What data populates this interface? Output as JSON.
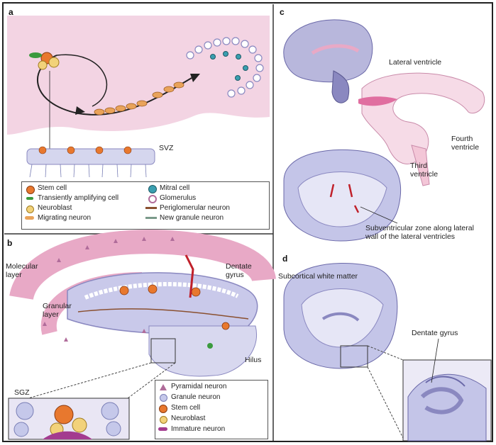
{
  "panels": {
    "a": {
      "letter": "a",
      "svz_label": "SVZ",
      "legend": [
        {
          "label": "Stem cell",
          "icon": "stem-cell-icon"
        },
        {
          "label": "Transiently amplifying cell",
          "icon": "transient-cell-icon"
        },
        {
          "label": "Neuroblast",
          "icon": "neuroblast-icon"
        },
        {
          "label": "Migrating neuron",
          "icon": "migrating-neuron-icon"
        },
        {
          "label": "Mitral cell",
          "icon": "mitral-cell-icon"
        },
        {
          "label": "Glomerulus",
          "icon": "glomerulus-icon"
        },
        {
          "label": "Periglomerular neuron",
          "icon": "periglomerular-neuron-icon"
        },
        {
          "label": "New granule neuron",
          "icon": "granule-neuron-icon"
        }
      ]
    },
    "b": {
      "letter": "b",
      "molecular_layer": "Molecular\nlayer",
      "granular_layer": "Granular\nlayer",
      "dentate_gyrus": "Dentate\ngyrus",
      "hilus": "Hilus",
      "sgz": "SGZ",
      "legend": [
        {
          "label": "Pyramidal neuron",
          "icon": "pyramidal-neuron-icon"
        },
        {
          "label": "Granule neuron",
          "icon": "granule-neuron-icon"
        },
        {
          "label": "Stem cell",
          "icon": "stem-cell-icon"
        },
        {
          "label": "Neuroblast",
          "icon": "neuroblast-icon"
        },
        {
          "label": "Immature neuron",
          "icon": "immature-neuron-icon"
        }
      ]
    },
    "c": {
      "letter": "c",
      "lateral_ventricle": "Lateral ventricle",
      "fourth_ventricle": "Fourth\nventricle",
      "third_ventricle": "Third\nventricle",
      "svz_caption": "Subventricular zone along lateral\nwall of the lateral ventricles"
    },
    "d": {
      "letter": "d",
      "white_matter": "Subcortical white matter",
      "dentate_gyrus": "Dentate gyrus"
    }
  },
  "colors": {
    "pink_bg": "#f2d3e2",
    "ventricle_pink": "#e8a9c6",
    "lavender": "#b8b7dc",
    "lavender_dark": "#8a88c0",
    "stem_orange": "#e8782e",
    "neuroblast_yellow": "#f2d27a",
    "green": "#3b9a3e",
    "red": "#c0202a",
    "border": "#222222"
  }
}
